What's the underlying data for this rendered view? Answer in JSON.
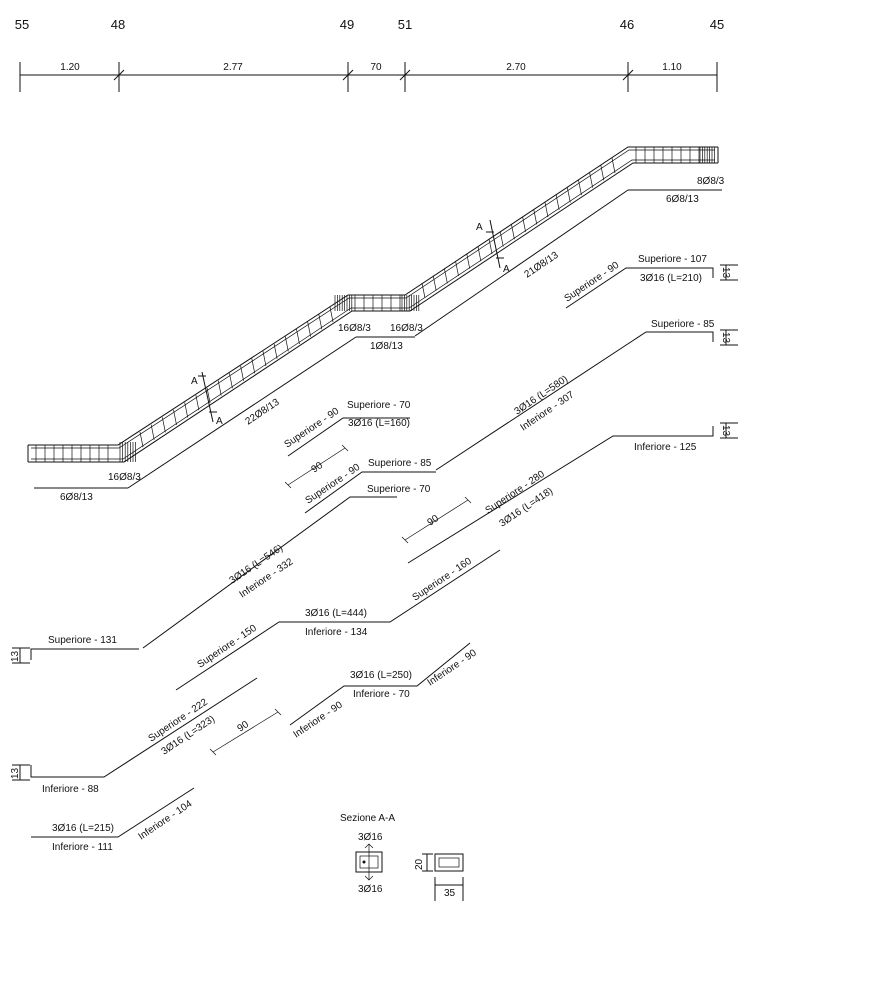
{
  "axes": [
    "55",
    "48",
    "49",
    "51",
    "46",
    "45"
  ],
  "spans": [
    "1.20",
    "2.77",
    "70",
    "2.70",
    "1.10"
  ],
  "stirrups": {
    "s_8_3_right": "8Ø8/3",
    "s_6_13_right": "6Ø8/13",
    "s_21_13": "21Ø8/13",
    "s_16_3_a": "16Ø8/3",
    "s_16_3_b": "16Ø8/3",
    "s_1_13": "1Ø8/13",
    "s_22_13": "22Ø8/13",
    "s_16_3_left": "16Ø8/3",
    "s_6_13_left": "6Ø8/13"
  },
  "section_marks": [
    "A",
    "A",
    "A",
    "A"
  ],
  "bars": {
    "b1_a": "Superiore - 107",
    "b1_b": "3Ø16 (L=210)",
    "b1_c": "Superiore - 90",
    "b2_a": "Superiore - 85",
    "b3_a": "Superiore - 70",
    "b3_b": "3Ø16 (L=160)",
    "b3_c": "Superiore - 90",
    "b4_a": "3Ø16 (L=580)",
    "b4_b": "Inferiore - 307",
    "b4_c": "Superiore - 85",
    "b4_d": "90",
    "b4_e": "Superiore - 90",
    "b5_a": "Inferiore - 125",
    "b6_a": "Superiore - 70",
    "b6_b": "Superiore - 280",
    "b6_c": "3Ø16 (L=418)",
    "b6_d": "90",
    "b7_a": "3Ø16 (L=546)",
    "b7_b": "Inferiore - 332",
    "b7_c": "Superiore - 131",
    "b8_a": "Superiore - 160",
    "b8_b": "3Ø16 (L=444)",
    "b8_c": "Inferiore - 134",
    "b8_d": "Superiore - 150",
    "b9_a": "3Ø16 (L=250)",
    "b9_b": "Inferiore - 70",
    "b9_c": "Inferiore - 90",
    "b9_d": "Inferiore - 90",
    "b10_a": "Superiore - 222",
    "b10_b": "3Ø16 (L=323)",
    "b10_c": "90",
    "b10_d": "Inferiore - 88",
    "b11_a": "3Ø16 (L=215)",
    "b11_b": "Inferiore - 111",
    "b11_c": "Inferiore - 104"
  },
  "hook_labels": [
    "13",
    "13",
    "13",
    "13",
    "13"
  ],
  "section": {
    "title": "Sezione A-A",
    "top_bars": "3Ø16",
    "bottom_bars": "3Ø16",
    "height": "20",
    "width": "35"
  }
}
